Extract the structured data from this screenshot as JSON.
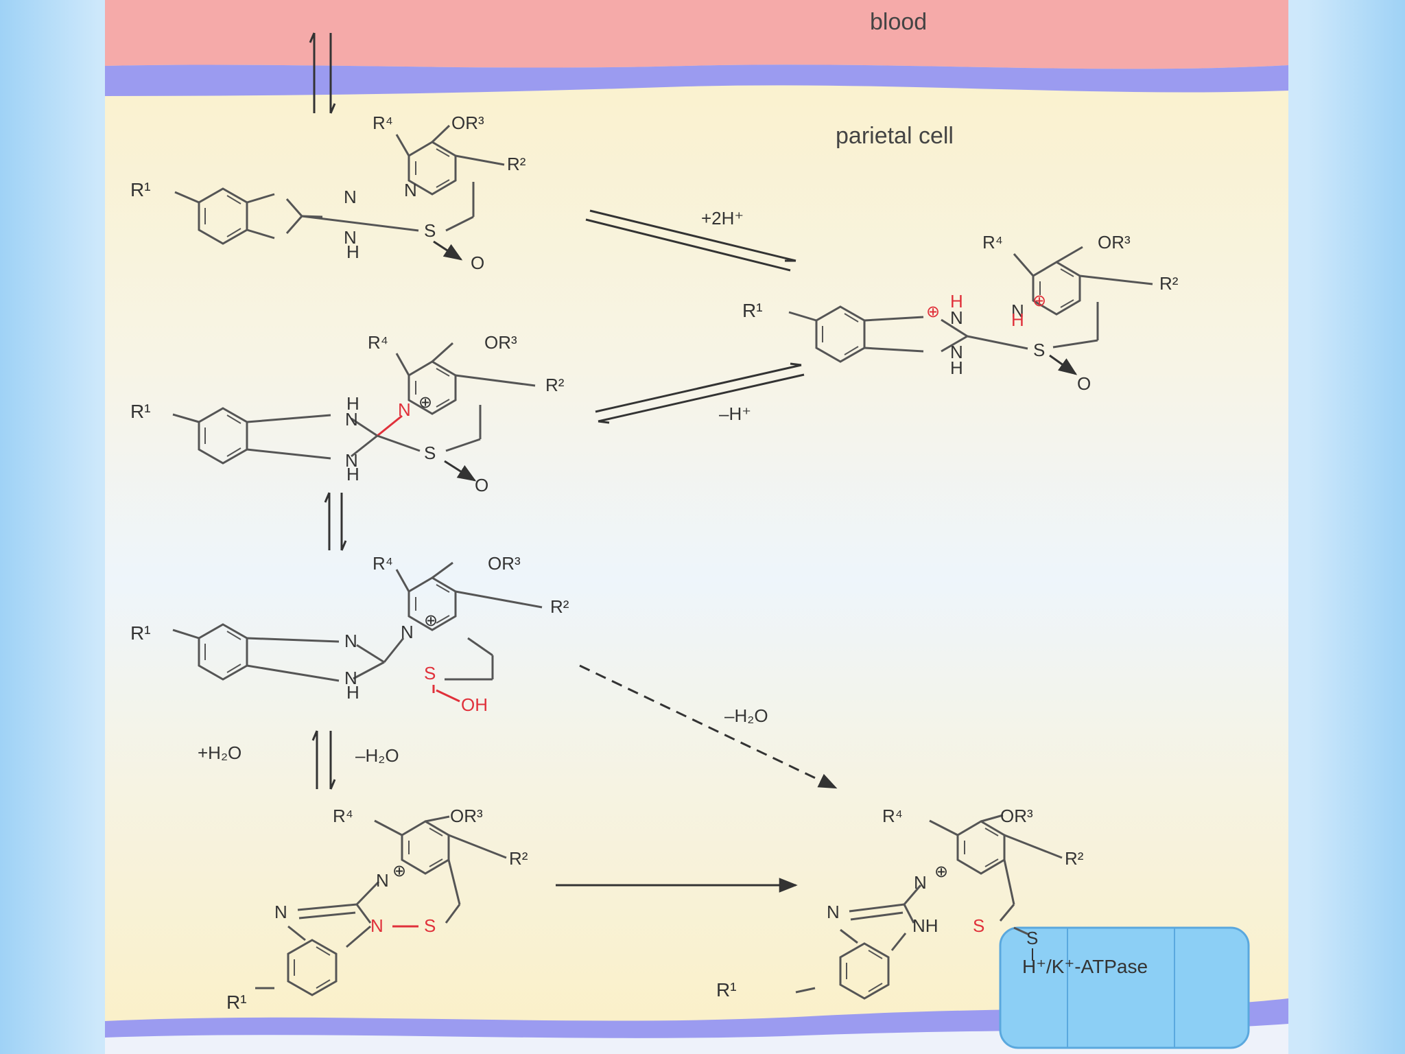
{
  "regions": {
    "blood": "blood",
    "parietal_cell": "parietal cell"
  },
  "conditions": {
    "protonation": "+2H⁺",
    "deprotonation": "–H⁺",
    "dehydration_direct": "–H₂O",
    "hydration": "+H₂O",
    "dehydration": "–H₂O"
  },
  "groups": {
    "r1": "R¹",
    "r2": "R²",
    "r4": "R⁴",
    "or3": "OR³"
  },
  "atoms": {
    "n": "N",
    "nh": "NH",
    "h": "H",
    "s": "S",
    "o": "O",
    "oh": "OH",
    "plus": "⊕"
  },
  "enzyme": {
    "label": "H⁺/K⁺-ATPase",
    "thiol": "S"
  },
  "colors": {
    "blood": "#f5aaa9",
    "membrane": "#9b9bf0",
    "cytoplasm": "#fbf4d0",
    "bonds": "#555555",
    "highlight": "#e0303a",
    "enzyme": "#8ccff5"
  }
}
